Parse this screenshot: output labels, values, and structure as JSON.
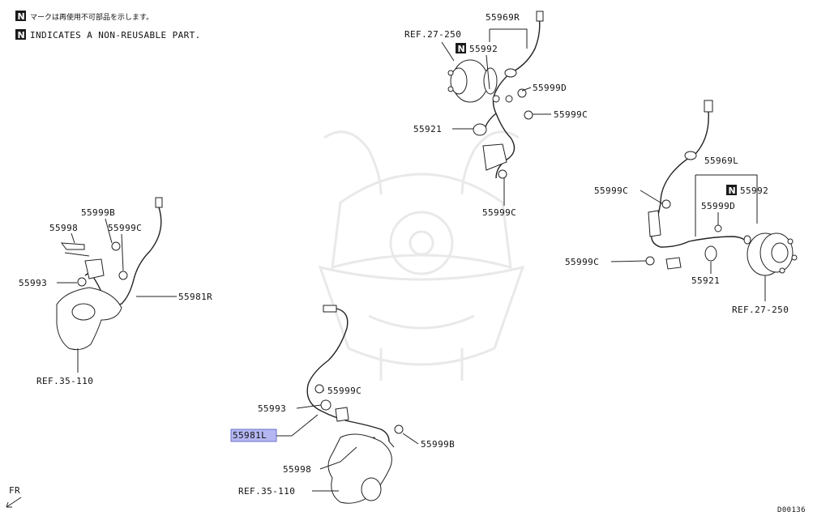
{
  "notes": {
    "badge": "N",
    "line1": "マークは再使用不可部品を示します。",
    "line2": "INDICATES A NON-REUSABLE PART."
  },
  "diagram_id": "D00136",
  "fr_label": "FR",
  "callouts": {
    "p55969R": "55969R",
    "ref27250_top": "REF.27-250",
    "p55992_top": "55992",
    "p55999D_top": "55999D",
    "p55999C_top": "55999C",
    "p55921_top": "55921",
    "p55999C_top_bottom": "55999C",
    "p55969L": "55969L",
    "p55999C_right_a": "55999C",
    "p55992_right": "55992",
    "p55999D_right": "55999D",
    "p55999C_right_b": "55999C",
    "p55921_right": "55921",
    "ref27250_right": "REF.27-250",
    "p55998_left": "55998",
    "p55999B_left": "55999B",
    "p55999C_left": "55999C",
    "p55993_left": "55993",
    "p55981R": "55981R",
    "ref35110_left": "REF.35-110",
    "p55999C_mid": "55999C",
    "p55993_mid": "55993",
    "p55981L": "55981L",
    "p55999B_mid": "55999B",
    "p55998_mid": "55998",
    "ref35110_mid": "REF.35-110"
  },
  "highlight_color": "#b4b6f2"
}
